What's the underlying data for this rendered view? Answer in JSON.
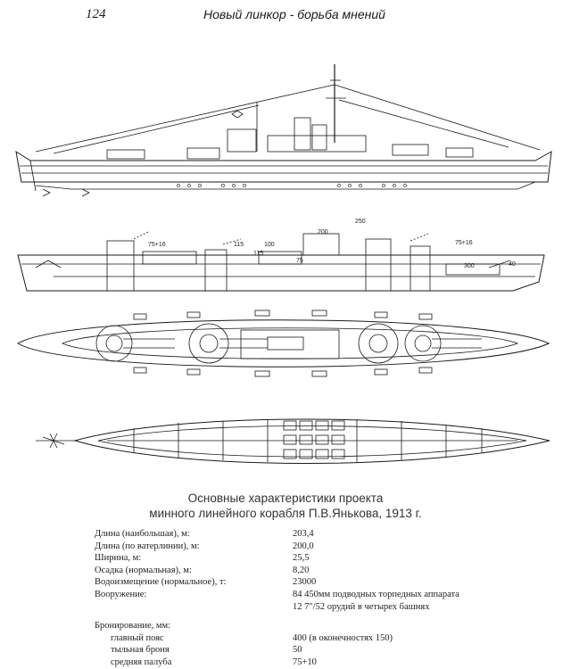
{
  "header": {
    "page_number": "124",
    "running_title": "Новый линкор - борьба мнений"
  },
  "caption": {
    "line1": "Основные характеристики проекта",
    "line2": "минного линейного корабля П.В.Янькова, 1913 г."
  },
  "dimension_labels": {
    "a": "75+16",
    "b": "75+16",
    "c": "115",
    "d": "100",
    "e": "115",
    "f": "75",
    "g": "250",
    "h": "200",
    "i": "300",
    "j": "40"
  },
  "specs": [
    {
      "label": "Длина (наибольшая), м:",
      "value": "203,4"
    },
    {
      "label": "Длина (по ватерлинии), м:",
      "value": "200,0"
    },
    {
      "label": "Ширина, м:",
      "value": "25,5"
    },
    {
      "label": "Осадка (нормальная), м:",
      "value": "8,20"
    },
    {
      "label": "Водоизмещение (нормальное), т:",
      "value": "23000"
    },
    {
      "label": "Вооружение:",
      "value": "84 450мм подводных торпедных аппарата"
    },
    {
      "label": "",
      "value": "12 7\"/52 орудий в четырех башнях"
    }
  ],
  "armor": {
    "heading": "Бронирование, мм:",
    "items": [
      {
        "label": "главный пояс",
        "value": "400 (в оконечностях 150)"
      },
      {
        "label": "тыльная броня",
        "value": "50"
      },
      {
        "label": "средняя палуба",
        "value": "75+10"
      }
    ]
  },
  "colors": {
    "ink": "#1a1a1a",
    "paper": "#ffffff"
  }
}
